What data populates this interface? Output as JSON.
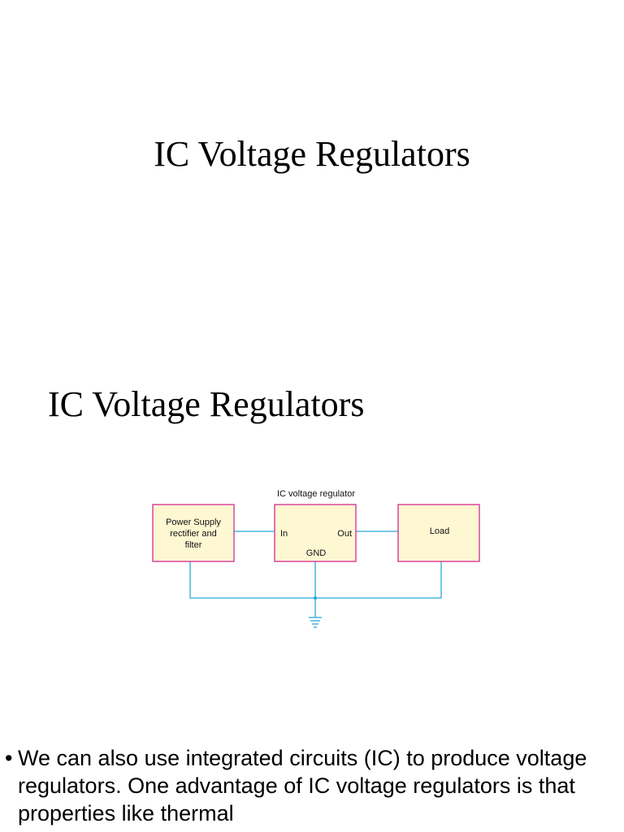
{
  "slide1": {
    "title": "IC Voltage Regulators"
  },
  "slide2": {
    "title": "IC Voltage Regulators",
    "diagram": {
      "caption": "IC voltage regulator",
      "power_supply_lines": [
        "Power Supply",
        "rectifier and",
        "filter"
      ],
      "regulator_in": "In",
      "regulator_out": "Out",
      "regulator_gnd": "GND",
      "load": "Load",
      "wire_color": "#29a8d8",
      "box_border_color": "#d63a9a",
      "box_fill_color": "#fdf7d2"
    },
    "bullet_mark": "•",
    "bullet_text": "We can also use integrated circuits (IC) to produce voltage regulators. One advantage of IC voltage regulators is that properties like thermal"
  }
}
